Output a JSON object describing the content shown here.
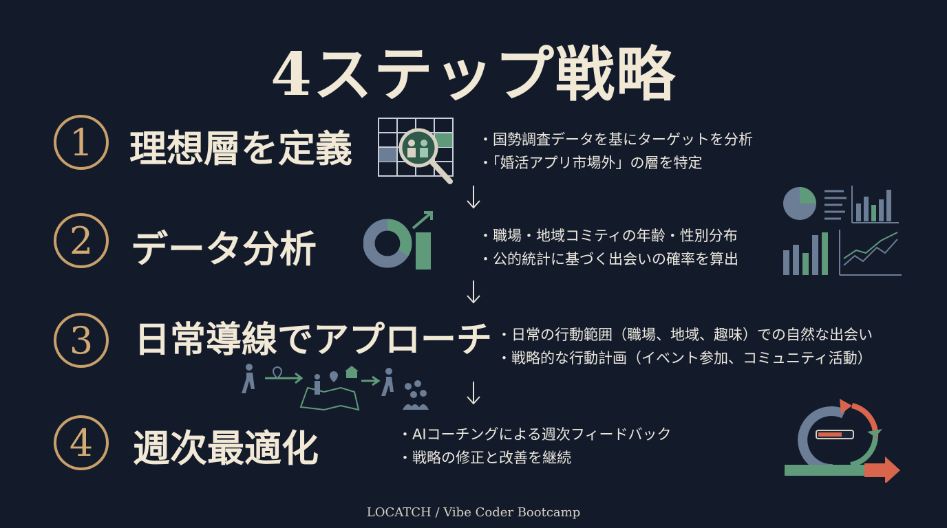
{
  "title": "4ステップ戦略",
  "steps": [
    {
      "number": "1",
      "heading": "理想層を定義",
      "bullets": [
        "国勢調査データを基にターゲットを分析",
        "「婚活アプリ市場外」の層を特定"
      ],
      "icon": "grid-magnifier-icon"
    },
    {
      "number": "2",
      "heading": "データ分析",
      "bullets": [
        "職場・地域コミティの年齢・性別分布",
        "公的統計に基づく出会いの確率を算出"
      ],
      "icon": "donut-chart-icon"
    },
    {
      "number": "3",
      "heading": "日常導線でアプローチ",
      "bullets": [
        "日常の行動範囲（職場、地域、趣味）での自然な出会い",
        "戦略的な行動計画（イベント参加、コミュニティ活動）"
      ],
      "icon": "walking-path-icon"
    },
    {
      "number": "4",
      "heading": "週次最適化",
      "bullets": [
        "AIコーチングによる週次フィードバック",
        "戦略の修正と改善を継続"
      ],
      "icon": "cycle-arrow-icon"
    }
  ],
  "footer": "LOCATCH / Vibe Coder Bootcamp",
  "colors": {
    "background": "#131b2b",
    "accent_gold": "#c9a06a",
    "green": "#5f9a7a",
    "slate": "#6c7d96",
    "orange": "#d9664c"
  }
}
